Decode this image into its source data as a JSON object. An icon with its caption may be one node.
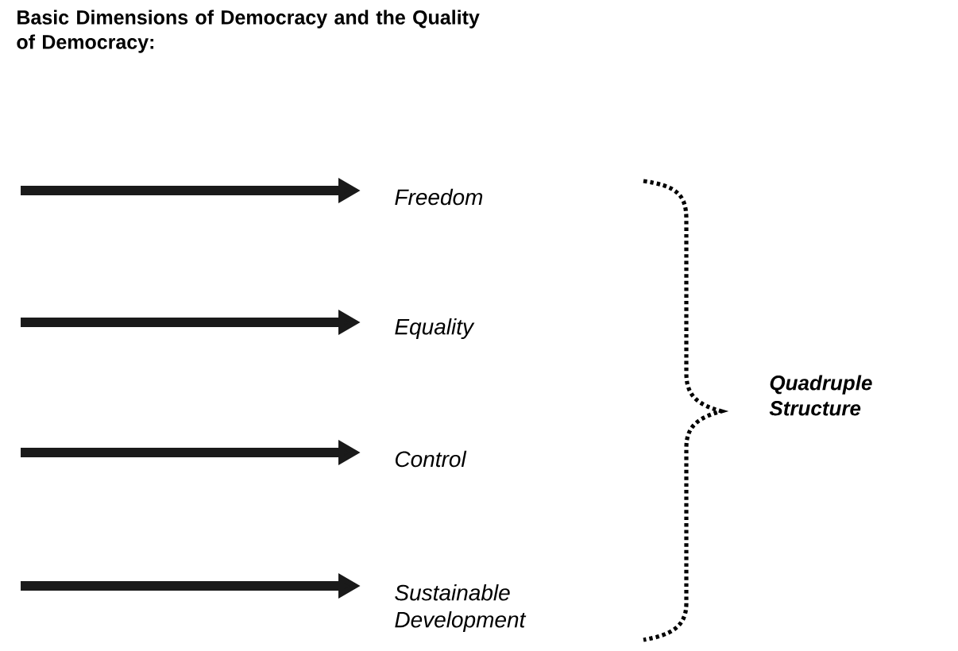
{
  "diagram": {
    "title": "Basic Dimensions of Democracy and the Quality of Democracy:",
    "nodes": [
      {
        "text": [
          "Freedom"
        ]
      },
      {
        "text": [
          "Equality"
        ]
      },
      {
        "text": [
          "Control"
        ]
      },
      {
        "text": [
          "Sustainable Development"
        ]
      }
    ],
    "edges": [
      {
        "from": null,
        "to": 0,
        "arrow": "to"
      },
      {
        "from": null,
        "to": 1,
        "arrow": "to"
      },
      {
        "from": null,
        "to": 2,
        "arrow": "to"
      },
      {
        "from": null,
        "to": 3,
        "arrow": "to"
      }
    ],
    "labels": [
      "Quadruple Structure"
    ]
  }
}
